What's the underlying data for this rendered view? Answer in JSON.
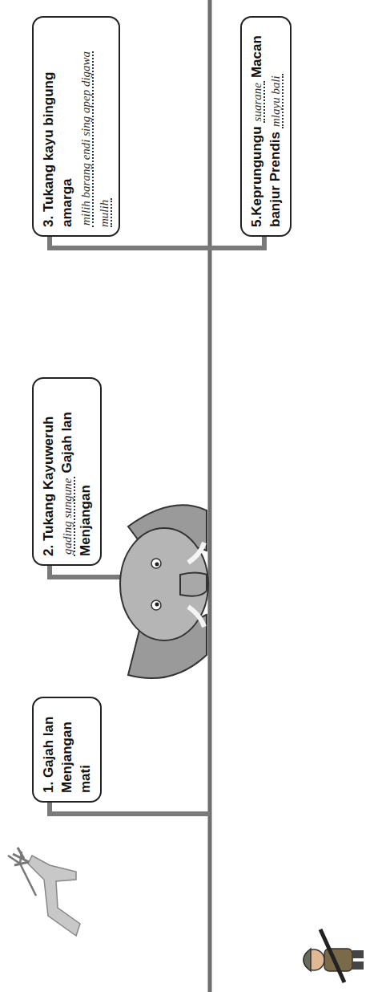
{
  "diagram": {
    "nodes": [
      {
        "text": [
          "1. Gajah lan Menjangan mati"
        ]
      },
      {
        "text": [
          "2. Tukang Kayuweruh",
          "gading sungune",
          "Gajah lan Menjangan"
        ]
      },
      {
        "text": [
          "3. Tukang kayu bingung amarga",
          "milih barang endi sing apep digawa mulih"
        ]
      },
      {
        "text": [
          "5.Keprungungu",
          "suarane",
          "Macan banjur Prendis",
          "mlayu bali"
        ]
      }
    ]
  }
}
